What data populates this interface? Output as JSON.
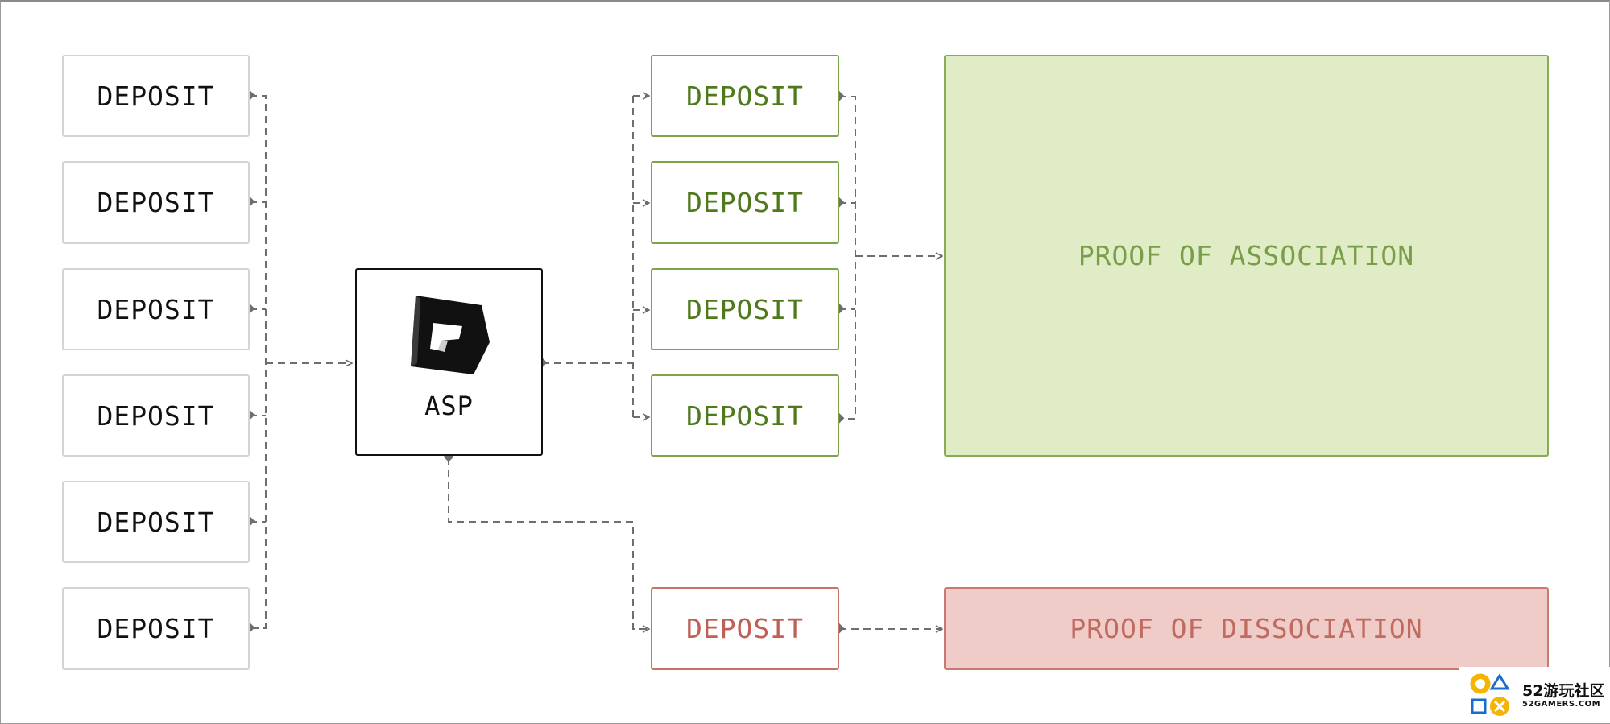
{
  "left_deposits": [
    "DEPOSIT",
    "DEPOSIT",
    "DEPOSIT",
    "DEPOSIT",
    "DEPOSIT",
    "DEPOSIT"
  ],
  "asp": {
    "label": "ASP",
    "logo_icon": "asp-logo-icon"
  },
  "associated_deposits": [
    "DEPOSIT",
    "DEPOSIT",
    "DEPOSIT",
    "DEPOSIT"
  ],
  "dissociated_deposit": "DEPOSIT",
  "proof_of_association": "PROOF OF ASSOCIATION",
  "proof_of_dissociation": "PROOF OF DISSOCIATION",
  "colors": {
    "green_border": "#7aa548",
    "green_text": "#4f7a1c",
    "green_fill": "#dfecc5",
    "red_border": "#c87268",
    "red_text": "#c05f55",
    "red_fill": "#efccc7",
    "connector": "#6e6e6e"
  },
  "watermark": {
    "brand": "52游玩社区",
    "site": "52GAMERS.COM"
  }
}
